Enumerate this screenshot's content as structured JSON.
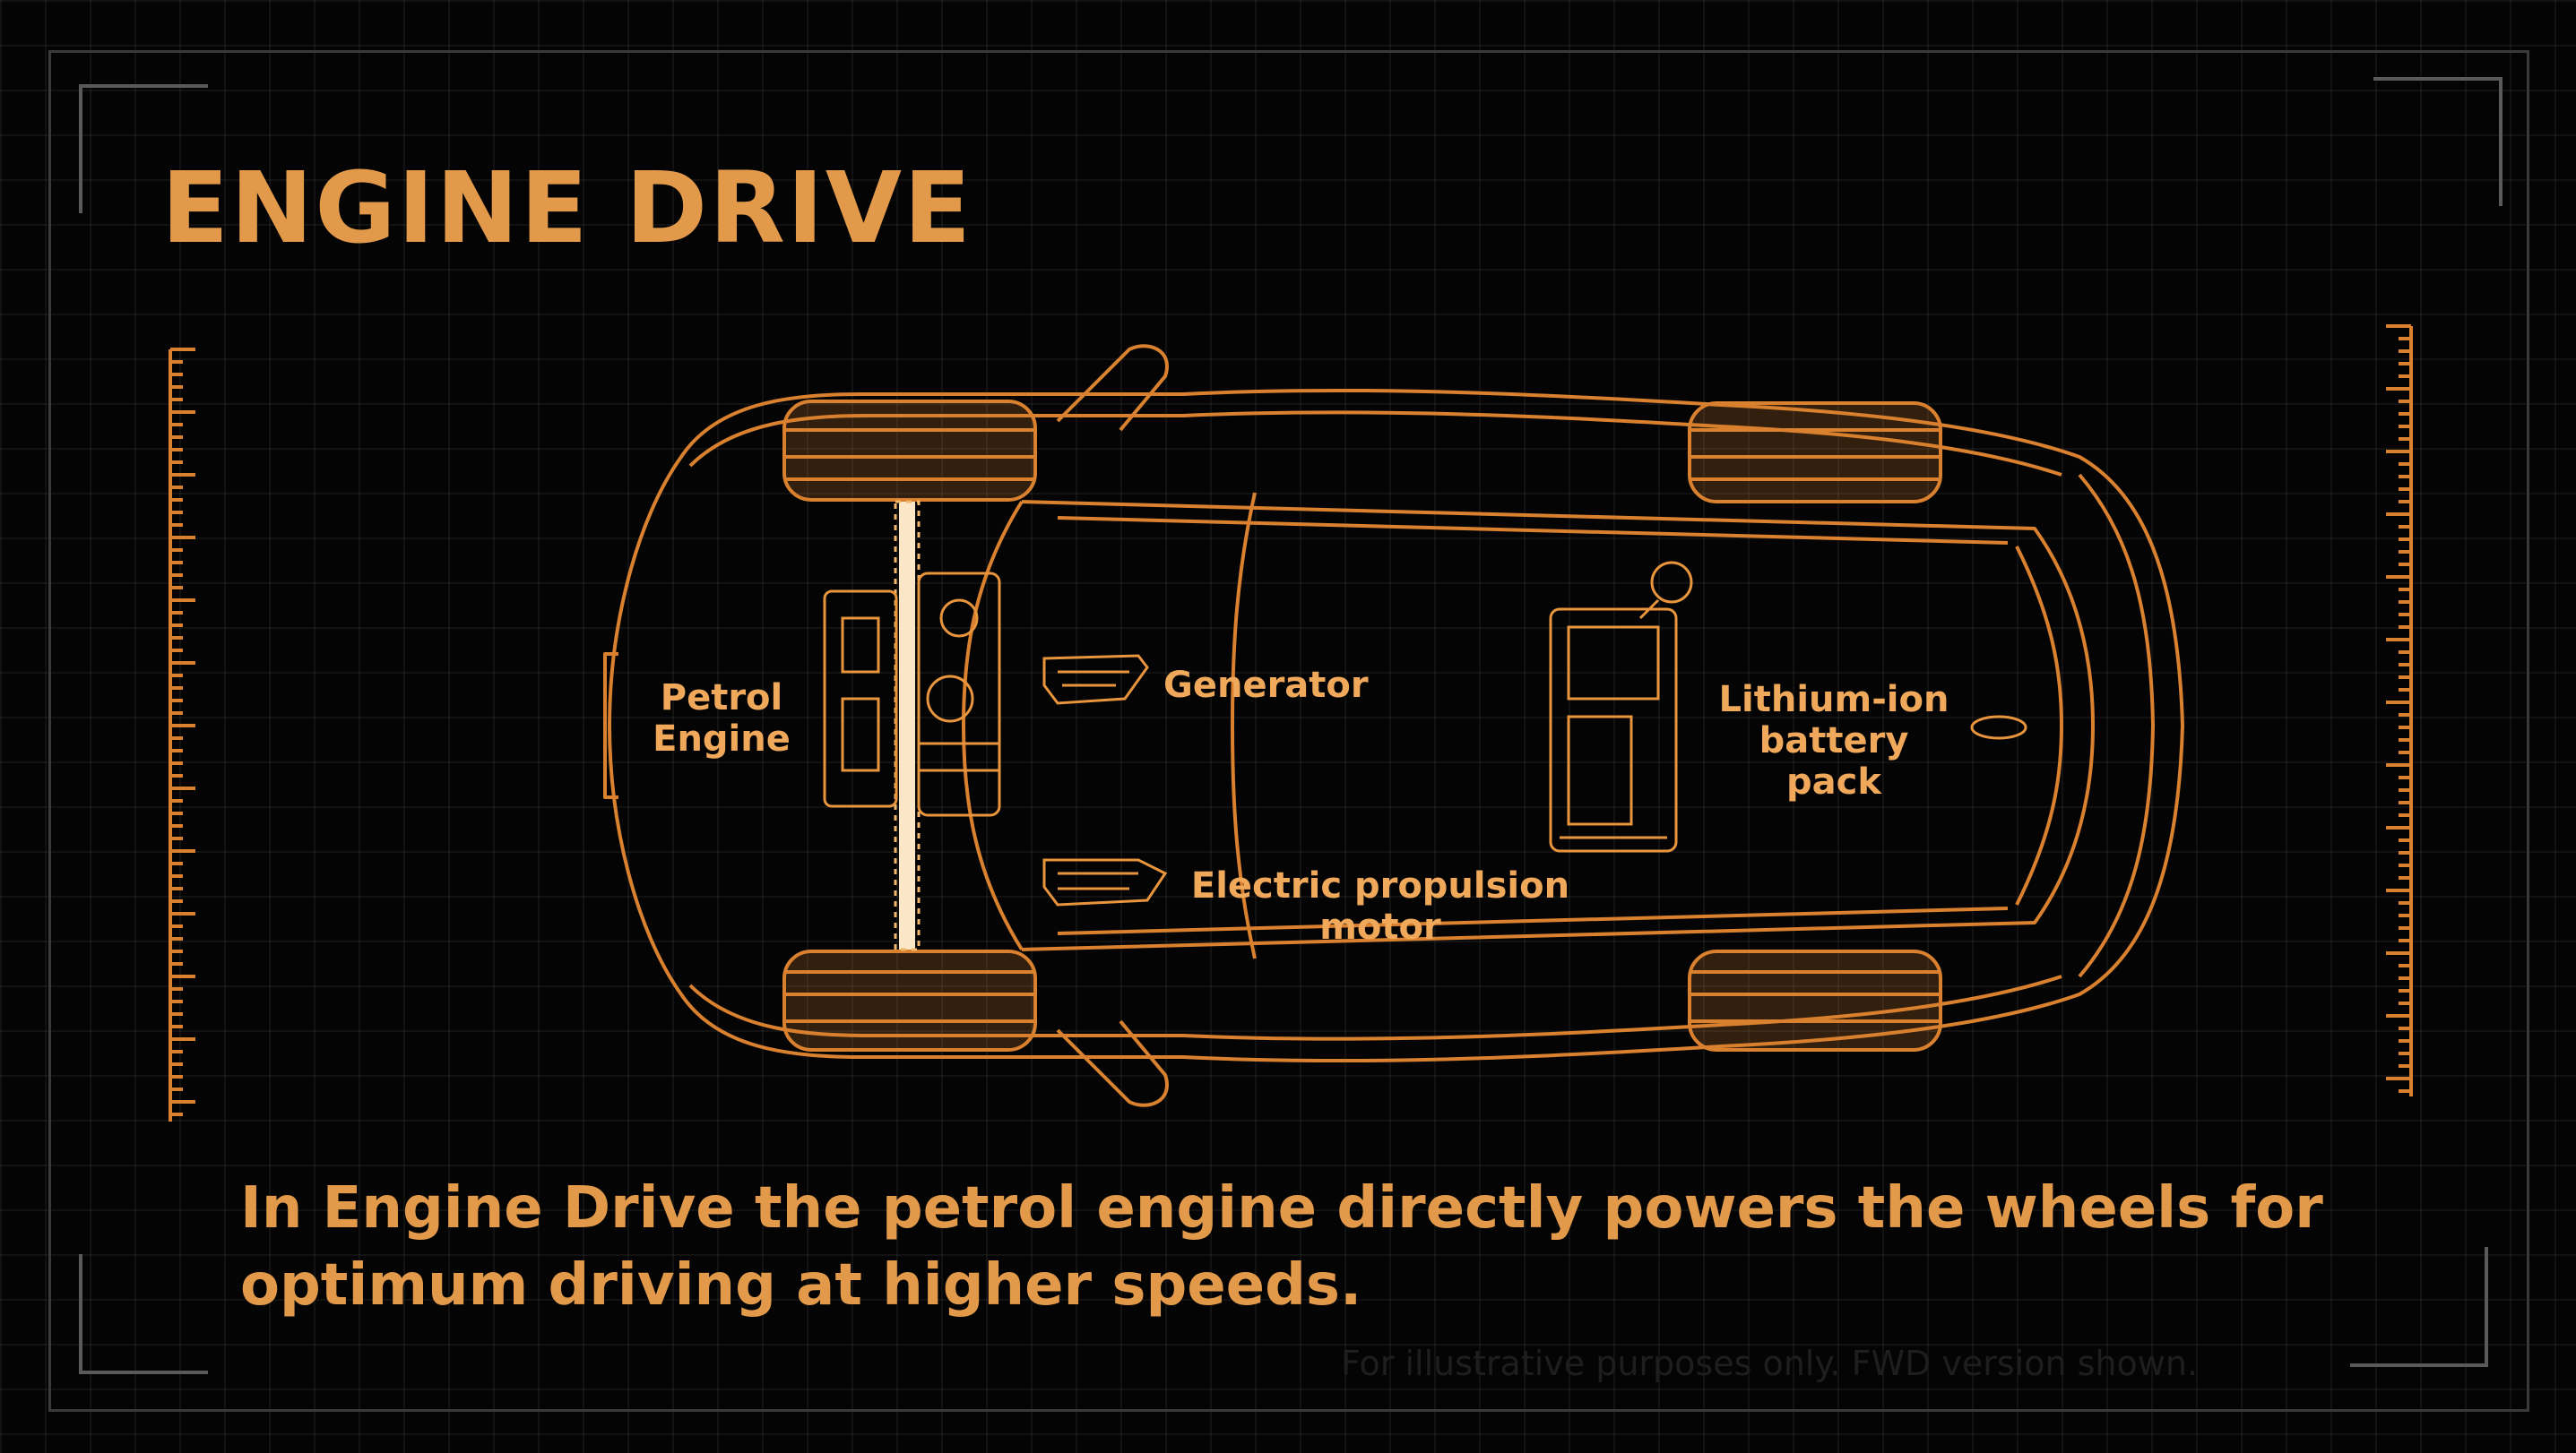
{
  "title": "ENGINE DRIVE",
  "labels": {
    "petrol_engine": "Petrol\nEngine",
    "generator": "Generator",
    "motor": "Electric propulsion\nmotor",
    "battery": "Lithium-ion\nbattery\npack"
  },
  "description": "In Engine Drive the petrol engine directly powers the wheels for optimum driving at higher speeds.",
  "disclaimer": "For illustrative purposes only. FWD version shown.",
  "colors": {
    "accent": "#e29a4a",
    "line": "#d9812f",
    "background": "#040404"
  }
}
